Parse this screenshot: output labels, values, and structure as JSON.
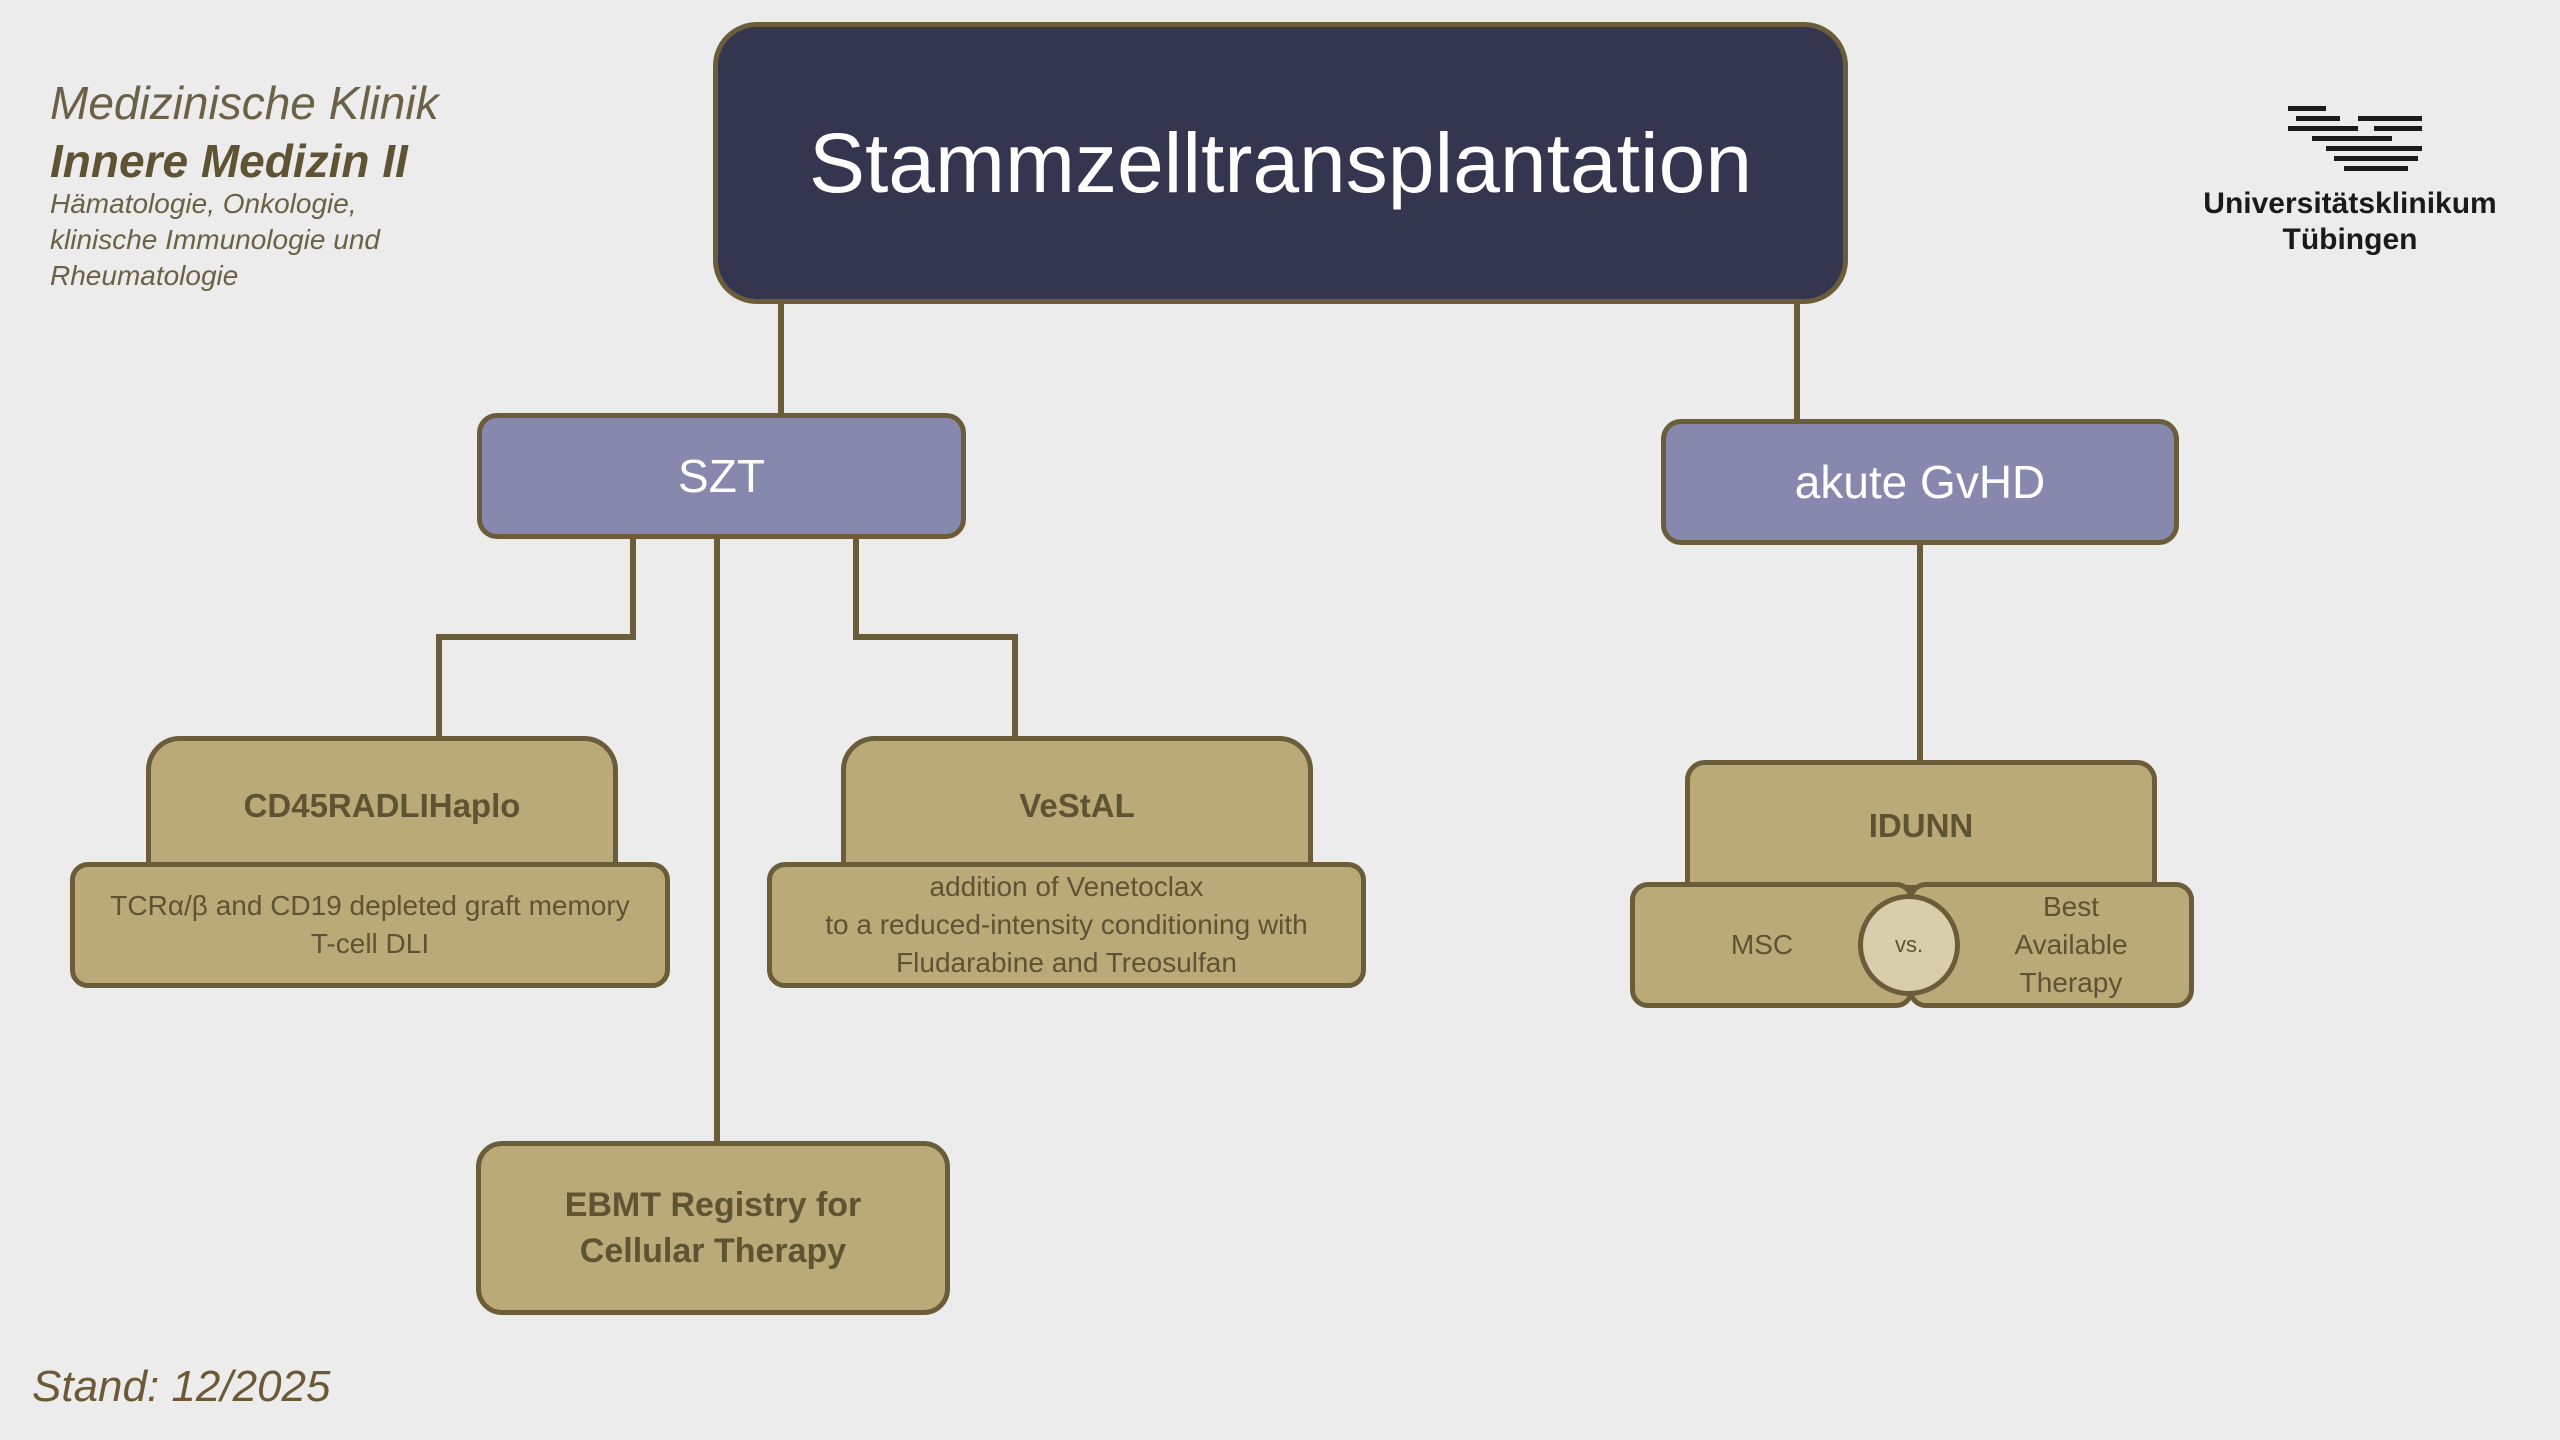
{
  "header": {
    "dept_line1": "Medizinische Klinik",
    "dept_line2": "Innere Medizin II",
    "dept_line3": [
      "Hämatologie, Onkologie,",
      "klinische Immunologie und",
      "Rheumatologie"
    ],
    "logo_name": [
      "Universitätsklinikum",
      "Tübingen"
    ],
    "logo_icon": "university-logo-icon"
  },
  "diagram": {
    "root": "Stammzelltransplantation",
    "branches": {
      "szt": "SZT",
      "gvhd": "akute GvHD"
    },
    "studies": {
      "cd45": {
        "title": "CD45RADLIHaplo",
        "detail": [
          "TCRα/β and CD19 depleted graft memory",
          "T-cell DLI"
        ]
      },
      "vestal": {
        "title": "VeStAL",
        "detail": [
          "addition of Venetoclax",
          "to a reduced-intensity conditioning with",
          "Fludarabine and Treosulfan"
        ]
      },
      "ebmt": {
        "title": [
          "EBMT Registry for",
          "Cellular Therapy"
        ]
      },
      "idunn": {
        "title": "IDUNN",
        "arm_a": "MSC",
        "vs": "vs.",
        "arm_b": [
          "Best",
          "Available",
          "Therapy"
        ]
      }
    }
  },
  "footer": {
    "stand": "Stand: 12/2025"
  },
  "colors": {
    "root_fill": "#343650",
    "branch_fill": "#8689ad",
    "study_fill": "#b9aa78",
    "connector": "#6b5d3a",
    "background": "#ececec"
  }
}
